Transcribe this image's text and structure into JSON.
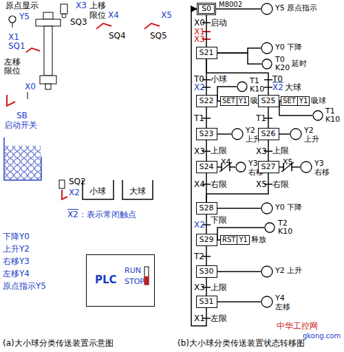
{
  "diagram": {
    "nodes": [
      {
        "text": [
          "S0"
        ]
      },
      {
        "text": [
          "Y5 原点指示"
        ]
      },
      {
        "text": [
          "S21"
        ]
      },
      {
        "text": [
          "Y0 下降"
        ]
      },
      {
        "text": [
          "T0",
          "K20",
          "延时"
        ]
      },
      {
        "text": [
          "S22"
        ]
      },
      {
        "text": [
          "SET",
          "Y1",
          "吸球"
        ]
      },
      {
        "text": [
          "T1",
          "K10"
        ]
      },
      {
        "text": [
          "S25"
        ]
      },
      {
        "text": [
          "SET",
          "Y1",
          "吸球"
        ]
      },
      {
        "text": [
          "T1",
          "K10"
        ]
      },
      {
        "text": [
          "S23"
        ]
      },
      {
        "text": [
          "Y2",
          "上升"
        ]
      },
      {
        "text": [
          "S26"
        ]
      },
      {
        "text": [
          "Y2",
          "上升"
        ]
      },
      {
        "text": [
          "S24"
        ]
      },
      {
        "text": [
          "Y3",
          "右移"
        ]
      },
      {
        "text": [
          "S27"
        ]
      },
      {
        "text": [
          "Y3",
          "右移"
        ]
      },
      {
        "text": [
          "S28"
        ]
      },
      {
        "text": [
          "Y0 下降"
        ]
      },
      {
        "text": [
          "S29"
        ]
      },
      {
        "text": [
          "T2",
          "K10"
        ]
      },
      {
        "text": [
          "RST",
          "Y1",
          "释放"
        ]
      },
      {
        "text": [
          "S30"
        ]
      },
      {
        "text": [
          "Y2 上升"
        ]
      },
      {
        "text": [
          "S31"
        ]
      },
      {
        "text": [
          "Y4",
          "左移"
        ]
      },
      {
        "text": [
          "PLC",
          "RUN",
          "STOP"
        ]
      }
    ],
    "edges": [
      {
        "from": 0,
        "to": 1,
        "arrow": "none"
      },
      {
        "from": 0,
        "to": 2,
        "arrow": "none"
      },
      {
        "from": 2,
        "to": 3,
        "arrow": "none"
      },
      {
        "from": 2,
        "to": 4,
        "arrow": "none"
      },
      {
        "from": 2,
        "to": 5,
        "arrow": "none"
      },
      {
        "from": 2,
        "to": 8,
        "arrow": "none"
      },
      {
        "from": 5,
        "to": 6,
        "arrow": "none"
      },
      {
        "from": 5,
        "to": 7,
        "arrow": "none"
      },
      {
        "from": 8,
        "to": 9,
        "arrow": "none"
      },
      {
        "from": 8,
        "to": 10,
        "arrow": "none"
      },
      {
        "from": 5,
        "to": 11,
        "arrow": "none"
      },
      {
        "from": 11,
        "to": 12,
        "arrow": "none"
      },
      {
        "from": 8,
        "to": 13,
        "arrow": "none"
      },
      {
        "from": 13,
        "to": 14,
        "arrow": "none"
      },
      {
        "from": 11,
        "to": 15,
        "arrow": "none"
      },
      {
        "from": 15,
        "to": 16,
        "arrow": "none"
      },
      {
        "from": 13,
        "to": 17,
        "arrow": "none"
      },
      {
        "from": 17,
        "to": 18,
        "arrow": "none"
      },
      {
        "from": 15,
        "to": 19,
        "arrow": "none"
      },
      {
        "from": 17,
        "to": 19,
        "arrow": "none"
      },
      {
        "from": 19,
        "to": 20,
        "arrow": "none"
      },
      {
        "from": 19,
        "to": 21,
        "arrow": "none"
      },
      {
        "from": 21,
        "to": 22,
        "arrow": "none"
      },
      {
        "from": 21,
        "to": 23,
        "arrow": "none"
      },
      {
        "from": 21,
        "to": 24,
        "arrow": "none"
      },
      {
        "from": 24,
        "to": 25,
        "arrow": "none"
      },
      {
        "from": 24,
        "to": 26,
        "arrow": "none"
      },
      {
        "from": 26,
        "to": 27,
        "arrow": "none"
      },
      {
        "from": 26,
        "to": 0,
        "arrow": "to"
      }
    ],
    "labels": [
      "原点显示",
      "Y5",
      "X3",
      "上移",
      "限位",
      "SQ3",
      "X4",
      "X5",
      "SQ4",
      "SQ5",
      "X1",
      "SQ1",
      "左移",
      "限位",
      "X0",
      "SB",
      "启动开关",
      "SQ2",
      "X2",
      "小球",
      "大球",
      "X2",
      "：表示常闭触点",
      "下降Y0",
      "上升Y2",
      "右移Y3",
      "左移Y4",
      "原点指示Y5",
      "(a)大小球分类传送装置示意图",
      "(b)大小球分类传送装置状态转移图",
      "M8002",
      "X0",
      "启动",
      "X1",
      "X3",
      "T0",
      "X2",
      "小球",
      "T0",
      "X2",
      "大球",
      "T1",
      "T1",
      "X3",
      "上限",
      "X3",
      "上限",
      "X4",
      "X5",
      "X4",
      "右限",
      "X5",
      "右限",
      "X2",
      "下限",
      "T2",
      "X3",
      "上限",
      "X1",
      "左限",
      "中华工控网",
      "gkong.com"
    ]
  }
}
